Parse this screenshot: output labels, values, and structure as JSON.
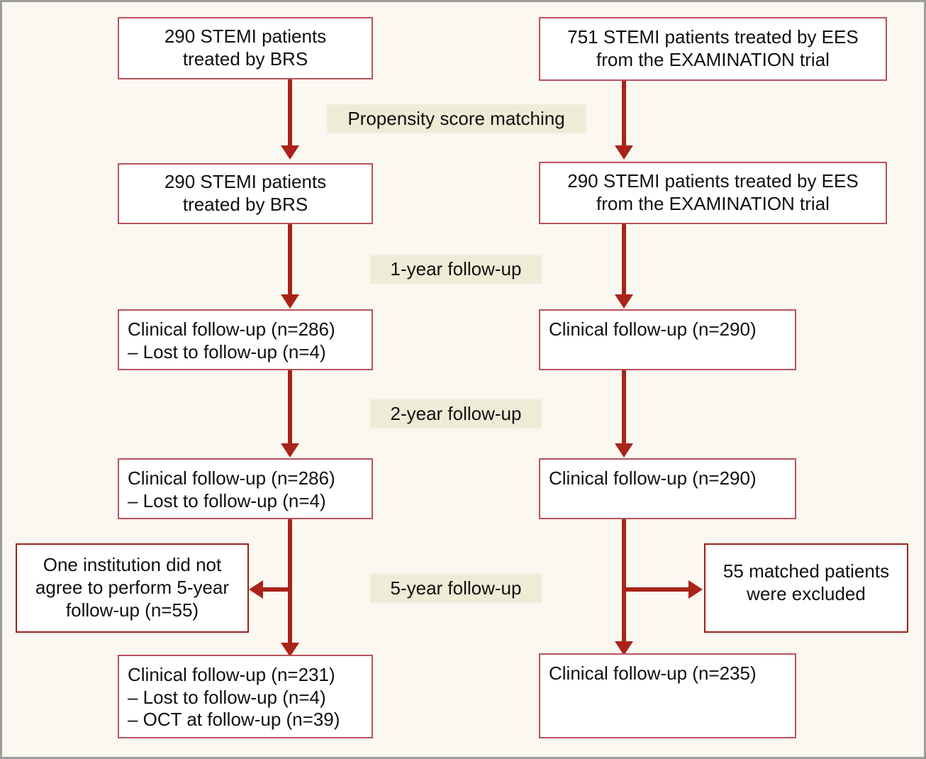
{
  "diagram": {
    "title": "STEMI BRS vs EES patient flow diagram",
    "colors": {
      "background": "#faf8f0",
      "outer_border": "#9d9d9d",
      "box_border": "#b9525c",
      "box_border_dark": "#9c201b",
      "arrow": "#a9231a",
      "label_fill": "#eeebd7",
      "box_fill": "#ffffff",
      "text": "#101010"
    },
    "nodes": {
      "brs_source": "290 STEMI patients\ntreated by BRS",
      "ees_source": "751 STEMI patients treated by EES\nfrom the EXAMINATION trial",
      "brs_matched": "290 STEMI patients\ntreated by BRS",
      "ees_matched": "290 STEMI patients treated by EES\nfrom the EXAMINATION trial",
      "brs_1y": "Clinical follow-up (n=286)\n– Lost to follow-up (n=4)",
      "ees_1y": "Clinical follow-up (n=290)",
      "brs_2y": "Clinical follow-up (n=286)\n– Lost to follow-up (n=4)",
      "ees_2y": "Clinical follow-up (n=290)",
      "brs_excluded": "One institution did not\nagree to perform 5-year\nfollow-up (n=55)",
      "ees_excluded": "55 matched patients\nwere excluded",
      "brs_5y": "Clinical follow-up (n=231)\n– Lost to follow-up (n=4)\n– OCT at follow-up (n=39)",
      "ees_5y": "Clinical follow-up (n=235)"
    },
    "stage_labels": {
      "matching": "Propensity score matching",
      "year1": "1-year follow-up",
      "year2": "2-year follow-up",
      "year5": "5-year follow-up"
    }
  }
}
